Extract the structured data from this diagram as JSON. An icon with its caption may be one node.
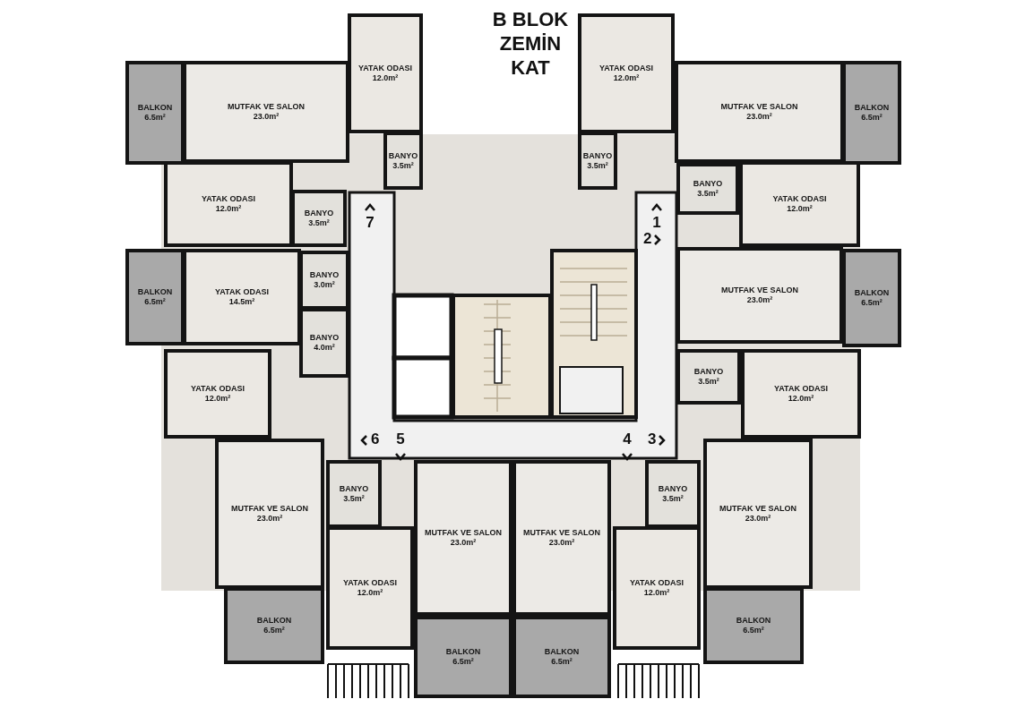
{
  "diagram": {
    "title": "B BLOK ZEMİN KAT",
    "nodes": [
      {
        "text": [
          "YATAK ODASI",
          "12.0m²"
        ]
      },
      {
        "text": [
          "YATAK ODASI",
          "12.0m²"
        ]
      },
      {
        "text": [
          "BALKON",
          "6.5m²"
        ]
      },
      {
        "text": [
          "MUTFAK VE SALON",
          "23.0m²"
        ]
      },
      {
        "text": [
          "MUTFAK VE SALON",
          "23.0m²"
        ]
      },
      {
        "text": [
          "BALKON",
          "6.5m²"
        ]
      },
      {
        "text": [
          "BANYO",
          "3.5m²"
        ]
      },
      {
        "text": [
          "BANYO",
          "3.5m²"
        ]
      },
      {
        "text": [
          "YATAK ODASI",
          "12.0m²"
        ]
      },
      {
        "text": [
          "BANYO",
          "3.5m²"
        ]
      },
      {
        "text": [
          "YATAK ODASI",
          "12.0m²"
        ]
      },
      {
        "text": [
          "BANYO",
          "3.5m²"
        ]
      },
      {
        "text": [
          "BALKON",
          "6.5m²"
        ]
      },
      {
        "text": [
          "YATAK ODASI",
          "14.5m²"
        ]
      },
      {
        "text": [
          "BANYO",
          "3.0m²"
        ]
      },
      {
        "text": [
          "MUTFAK VE SALON",
          "23.0m²"
        ]
      },
      {
        "text": [
          "BALKON",
          "6.5m²"
        ]
      },
      {
        "text": [
          "BANYO",
          "4.0m²"
        ]
      },
      {
        "text": [
          "YATAK ODASI",
          "12.0m²"
        ]
      },
      {
        "text": [
          "BANYO",
          "3.5m²"
        ]
      },
      {
        "text": [
          "YATAK ODASI",
          "12.0m²"
        ]
      },
      {
        "text": [
          "MUTFAK VE SALON",
          "23.0m²"
        ]
      },
      {
        "text": [
          "MUTFAK VE SALON",
          "23.0m²"
        ]
      },
      {
        "text": [
          "BANYO",
          "3.5m²"
        ]
      },
      {
        "text": [
          "MUTFAK VE SALON",
          "23.0m²"
        ]
      },
      {
        "text": [
          "MUTFAK VE SALON",
          "23.0m²"
        ]
      },
      {
        "text": [
          "BANYO",
          "3.5m²"
        ]
      },
      {
        "text": [
          "YATAK ODASI",
          "12.0m²"
        ]
      },
      {
        "text": [
          "YATAK ODASI",
          "12.0m²"
        ]
      },
      {
        "text": [
          "BALKON",
          "6.5m²"
        ]
      },
      {
        "text": [
          "BALKON",
          "6.5m²"
        ]
      },
      {
        "text": [
          "BALKON",
          "6.5m²"
        ]
      },
      {
        "text": [
          "BALKON",
          "6.5m²"
        ]
      }
    ],
    "labels": [
      "7",
      "1",
      "2",
      "6",
      "5",
      "4",
      "3"
    ]
  }
}
